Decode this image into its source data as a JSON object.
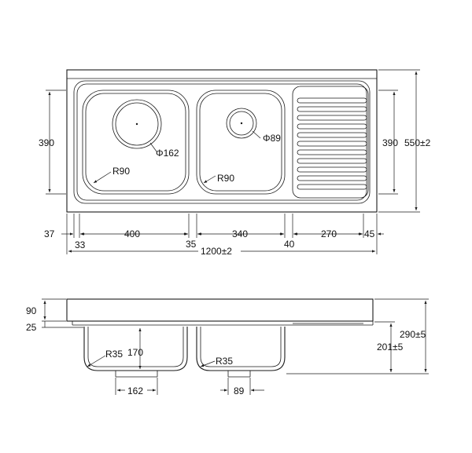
{
  "top_view": {
    "basin_left_hole": "Φ162",
    "basin_right_hole": "Φ89",
    "corner_radius_left": "R90",
    "corner_radius_right": "R90",
    "basin_height": "390",
    "drainboard_height": "390",
    "overall_depth": "550±2",
    "dims_bottom": {
      "d37": "37",
      "d33": "33",
      "d400": "400",
      "d35": "35",
      "d340": "340",
      "d40": "40",
      "d270": "270",
      "d45": "45"
    },
    "overall_width": "1200±2"
  },
  "side_view": {
    "d90": "90",
    "d25": "25",
    "radius_left": "R35",
    "depth_170": "170",
    "radius_right": "R35",
    "d201": "201±5",
    "d290": "290±5",
    "outlet_162": "162",
    "outlet_89": "89"
  }
}
